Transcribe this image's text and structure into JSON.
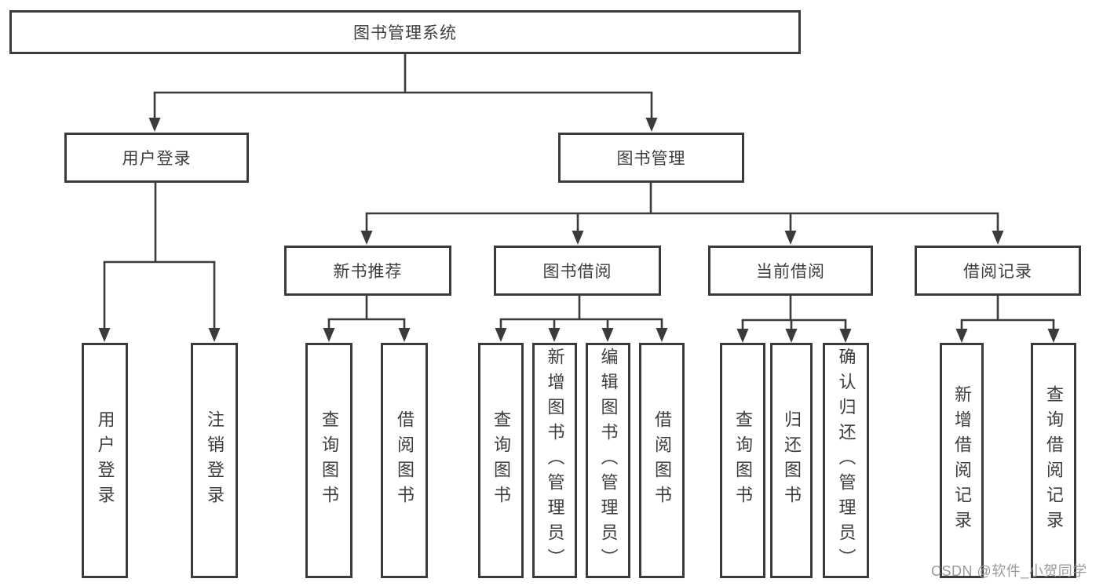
{
  "diagram": {
    "root": {
      "label": "图书管理系统"
    },
    "level2": [
      {
        "label": "用户登录"
      },
      {
        "label": "图书管理"
      }
    ],
    "level3": [
      {
        "label": "新书推荐"
      },
      {
        "label": "图书借阅"
      },
      {
        "label": "当前借阅"
      },
      {
        "label": "借阅记录"
      }
    ],
    "leaves": {
      "user_login": [
        "用户登录",
        "注销登录"
      ],
      "new_books": [
        "查询图书",
        "借阅图书"
      ],
      "book_borrow": [
        "查询图书",
        "新增图书（管理员）",
        "编辑图书（管理员）",
        "借阅图书"
      ],
      "current_borrow": [
        "查询图书",
        "归还图书",
        "确认归还（管理员）"
      ],
      "borrow_records": [
        "新增借阅记录",
        "查询借阅记录"
      ]
    }
  },
  "watermark": {
    "text": "CSDN @软件_小贺同学"
  },
  "colors": {
    "line": "#3b3b3b",
    "text": "#3d3d3d",
    "watermark": "#929292",
    "background": "#ffffff"
  }
}
